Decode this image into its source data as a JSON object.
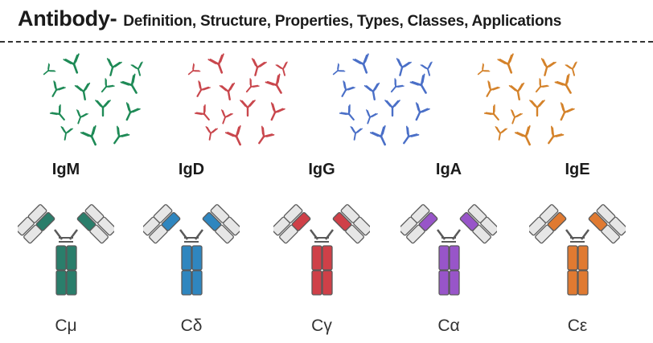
{
  "header": {
    "title": "Antibody-",
    "subtitle": "Definition, Structure, Properties, Types, Classes, Applications"
  },
  "clusters": [
    {
      "color": "#1e8a56"
    },
    {
      "color": "#c9474d"
    },
    {
      "color": "#4a6fc7"
    },
    {
      "color": "#d4822a"
    }
  ],
  "classes": [
    {
      "name": "IgM",
      "chain": "Cμ",
      "color": "#2a7e6b"
    },
    {
      "name": "IgD",
      "chain": "Cδ",
      "color": "#2f86bf"
    },
    {
      "name": "IgG",
      "chain": "Cγ",
      "color": "#cf4048"
    },
    {
      "name": "IgA",
      "chain": "Cα",
      "color": "#9855c9"
    },
    {
      "name": "IgE",
      "chain": "Cε",
      "color": "#e07a31"
    }
  ]
}
